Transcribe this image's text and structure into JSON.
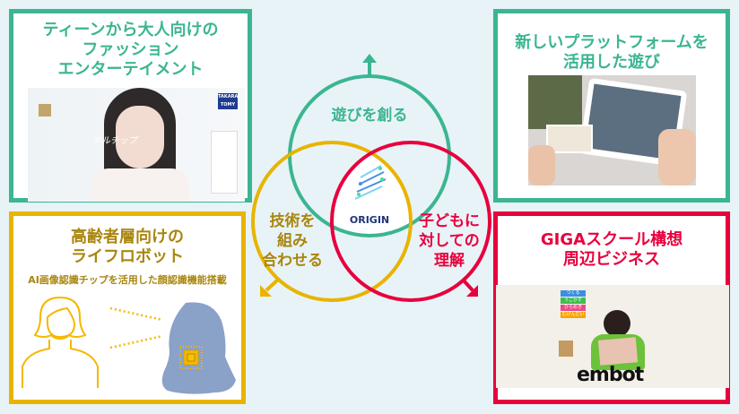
{
  "boxes": {
    "top_left": {
      "title_lines": [
        "ティーンから大人向けの",
        "ファッション",
        "エンターテイメント"
      ],
      "image_logo": "TAKARA TOMY",
      "image_caption": "ネルチップ"
    },
    "top_right": {
      "title_lines": [
        "新しいプラットフォームを",
        "活用した遊び"
      ]
    },
    "bottom_left": {
      "title_lines": [
        "高齢者層向けの",
        "ライフロボット"
      ],
      "subtitle": "AI画像認識チップを活用した顔認識機能搭載"
    },
    "bottom_right": {
      "title_lines": [
        "GIGAスクール構想",
        "周辺ビジネス"
      ],
      "image_brand": "embot",
      "image_tags": [
        "つくる",
        "うごかす",
        "ひらめき",
        "むげんだい"
      ]
    }
  },
  "venn": {
    "top": "遊びを創る",
    "left_lines": [
      "技術を",
      "組み",
      "合わせる"
    ],
    "right_lines": [
      "子どもに",
      "対しての",
      "理解"
    ],
    "center": "ORIGIN"
  },
  "colors": {
    "green": "#3bb592",
    "yellow": "#e8b400",
    "red": "#e8003d"
  }
}
